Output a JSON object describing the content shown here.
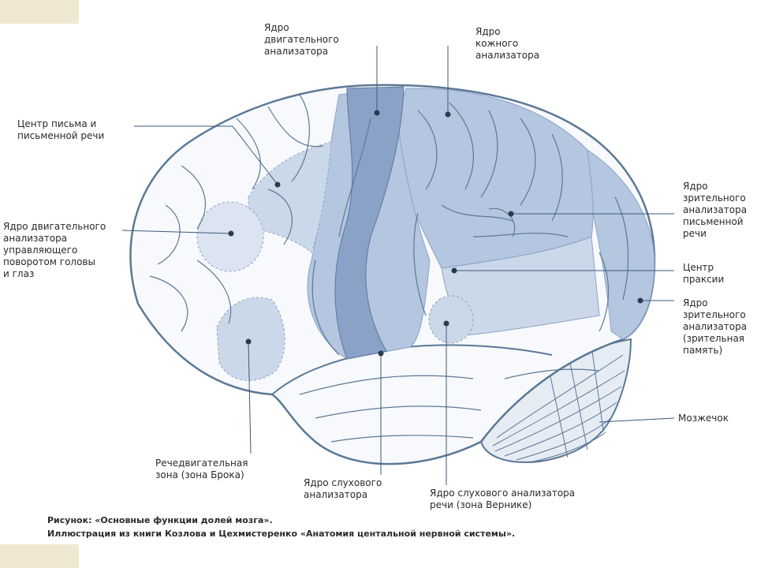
{
  "labels": {
    "motor_core": "Ядро\nдвигательного\nанализатора",
    "skin_core": "Ядро\nкожного\nанализатора",
    "writing_center": "Центр письма и\nписьменной речи",
    "head_eye_motor": "Ядро двигательного\nанализатора\nуправляющего\nповоротом головы\nи глаз",
    "visual_written": "Ядро\nзрительного\nанализатора\nписьменной\nречи",
    "praxis_center": "Центр\nпраксии",
    "visual_memory": "Ядро\nзрительного\nанализатора\n(зрительная\nпамять)",
    "cerebellum": "Мозжечок",
    "broca": "Речедвигательная\nзона (зона Брока)",
    "auditory_core": "Ядро слухового\nанализатора",
    "wernicke": "Ядро слухового анализатора\nречи (зона Вернике)"
  },
  "caption": {
    "line1": "Рисунок: «Основные функции долей мозга».",
    "line2": "Иллюстрация из книги Козлова и Цехмистеренко «Анатомия центальной нервной системы»."
  },
  "colors": {
    "line": "#3c5a78",
    "zone_light": "#cbd8ea",
    "zone_mid": "#b4c6e0",
    "zone_dark": "#8ba2c8",
    "outline": "#5c7896",
    "corner": "#efe7cf"
  }
}
